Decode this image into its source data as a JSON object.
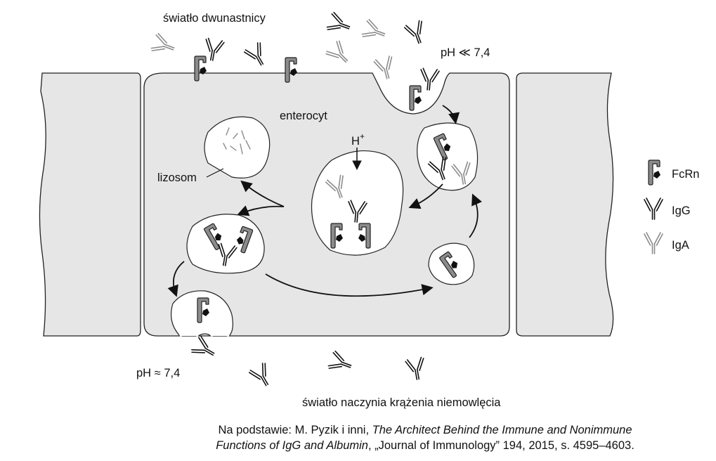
{
  "labels": {
    "lumen_top": "światło dwunastnicy",
    "ph_low": "pH ≪ 7,4",
    "enterocyte": "enterocyt",
    "h_plus": "H",
    "h_plus_sup": "+",
    "lysosome": "lizosom",
    "ph_neutral": "pH ≈ 7,4",
    "lumen_bottom": "światło naczynia krążenia niemowlęcia"
  },
  "legend": [
    {
      "icon": "fcrn-icon",
      "label": "FcRn"
    },
    {
      "icon": "igg-icon",
      "label": "IgG"
    },
    {
      "icon": "iga-icon",
      "label": "IgA"
    }
  ],
  "caption": {
    "prefix": "Na podstawie: M. Pyzik i inni, ",
    "title_line1": "The Architect Behind the Immune and Nonimmune",
    "title_line2": "Functions of IgG and Albumin",
    "suffix": ", „Journal of Immunology” 194, 2015, s. 4595–4603."
  },
  "colors": {
    "cell_fill": "#e6e6e6",
    "fcrn_fill": "#8c8c8c",
    "igg_stroke": "#111111",
    "iga_stroke": "#8c8c8c"
  }
}
